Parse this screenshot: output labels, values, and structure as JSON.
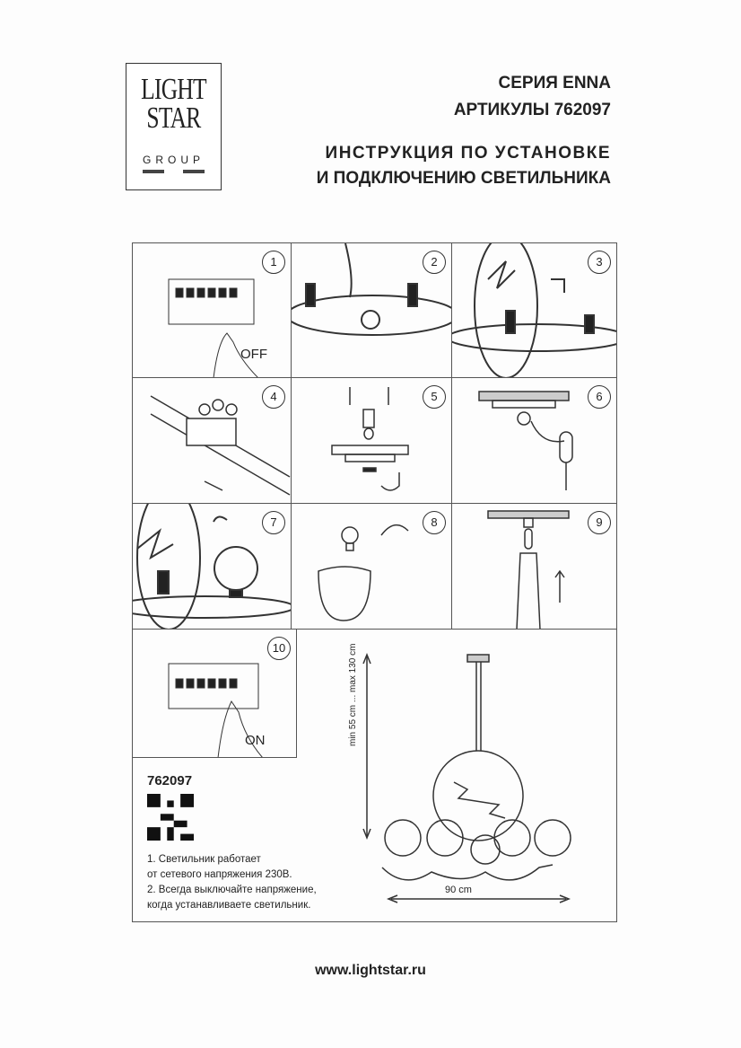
{
  "logo": {
    "line1": "LIGHT",
    "line2": "STAR",
    "line3": "GROUP"
  },
  "header": {
    "series": "СЕРИЯ ENNA",
    "articles": "АРТИКУЛЫ 762097",
    "title_line1": "ИНСТРУКЦИЯ ПО УСТАНОВКЕ",
    "title_line2": "И ПОДКЛЮЧЕНИЮ СВЕТИЛЬНИКА"
  },
  "steps": [
    {
      "number": "1",
      "caption": "OFF"
    },
    {
      "number": "2"
    },
    {
      "number": "3"
    },
    {
      "number": "4"
    },
    {
      "number": "5"
    },
    {
      "number": "6"
    },
    {
      "number": "7"
    },
    {
      "number": "8"
    },
    {
      "number": "9"
    },
    {
      "number": "10",
      "caption": "ON"
    }
  ],
  "product": {
    "article": "762097",
    "height_label": "min 55 cm ... max 130 cm",
    "width_label": "90 cm"
  },
  "notes": [
    "1. Светильник работает",
    "от сетевого напряжения 230В.",
    "2. Всегда выключайте напряжение,",
    "когда устанавливаете светильник."
  ],
  "footer": {
    "url": "www.lightstar.ru"
  }
}
